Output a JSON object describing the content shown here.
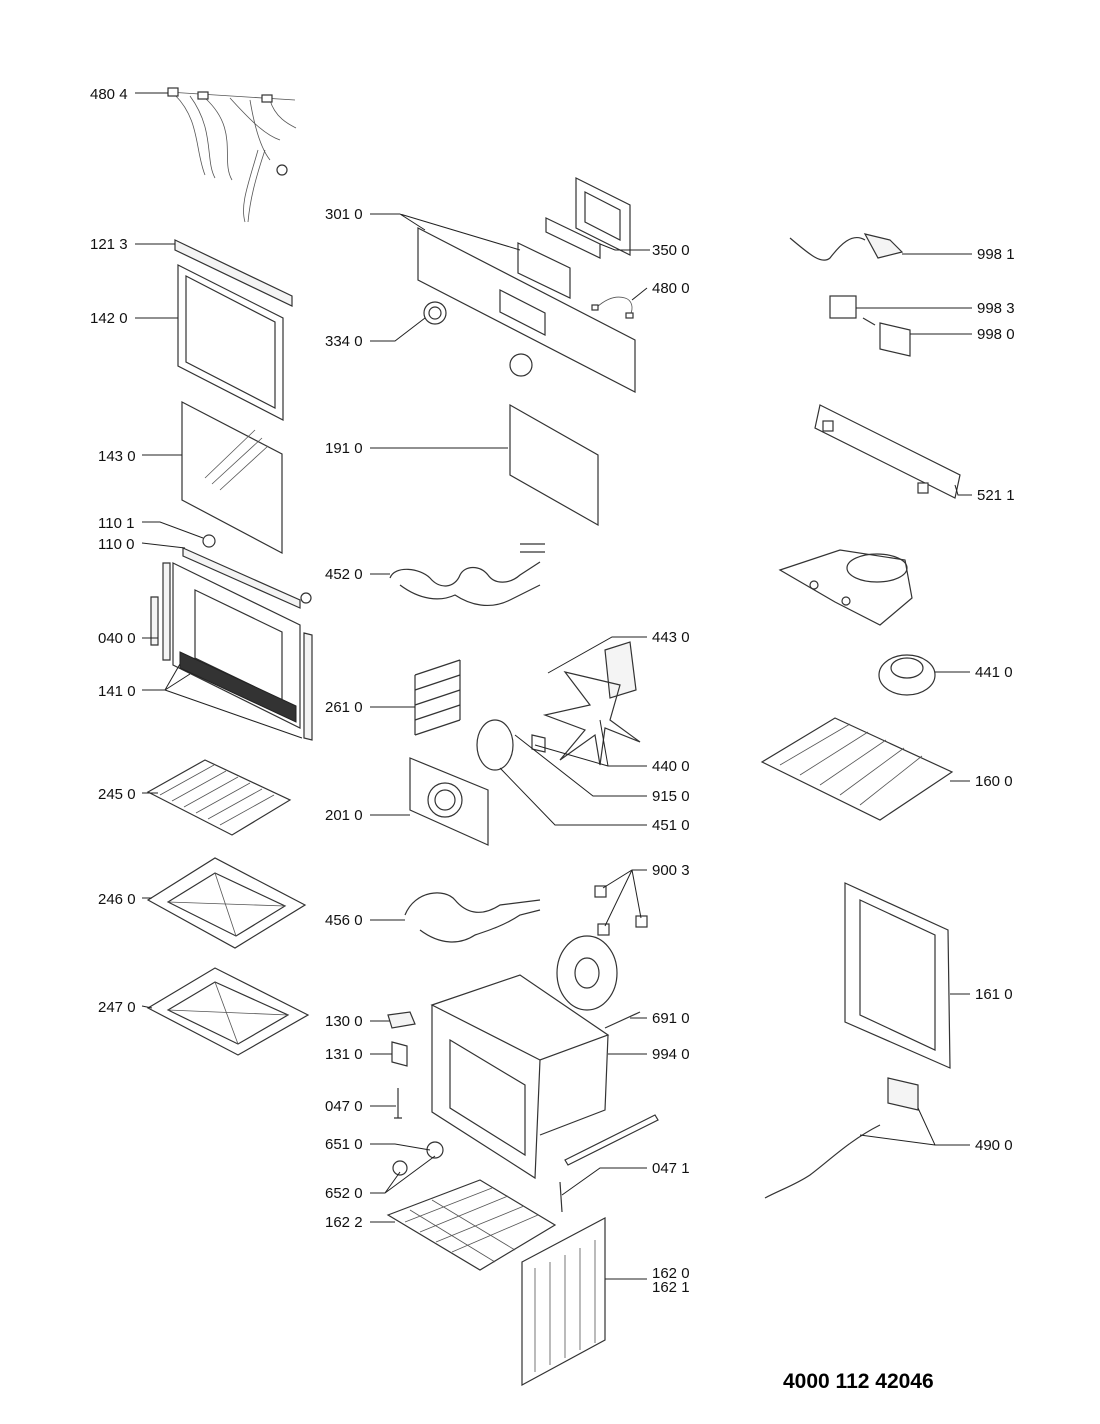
{
  "document_code": "4000 112 42046",
  "parts": [
    {
      "label": "480 4"
    },
    {
      "label": "121 3"
    },
    {
      "label": "142 0"
    },
    {
      "label": "143 0"
    },
    {
      "label": "110 1"
    },
    {
      "label": "110 0"
    },
    {
      "label": "040 0"
    },
    {
      "label": "141 0"
    },
    {
      "label": "245 0"
    },
    {
      "label": "246 0"
    },
    {
      "label": "247 0"
    },
    {
      "label": "301 0"
    },
    {
      "label": "350 0"
    },
    {
      "label": "480 0"
    },
    {
      "label": "334 0"
    },
    {
      "label": "191 0"
    },
    {
      "label": "452 0"
    },
    {
      "label": "443 0"
    },
    {
      "label": "261 0"
    },
    {
      "label": "440 0"
    },
    {
      "label": "915 0"
    },
    {
      "label": "201 0"
    },
    {
      "label": "451 0"
    },
    {
      "label": "900 3"
    },
    {
      "label": "456 0"
    },
    {
      "label": "130 0"
    },
    {
      "label": "691 0"
    },
    {
      "label": "131 0"
    },
    {
      "label": "994 0"
    },
    {
      "label": "047 0"
    },
    {
      "label": "651 0"
    },
    {
      "label": "047 1"
    },
    {
      "label": "652 0"
    },
    {
      "label": "162 2"
    },
    {
      "label": "162 0"
    },
    {
      "label": "162 1"
    },
    {
      "label": "998 1"
    },
    {
      "label": "998 3"
    },
    {
      "label": "998 0"
    },
    {
      "label": "521 1"
    },
    {
      "label": "441 0"
    },
    {
      "label": "160 0"
    },
    {
      "label": "161 0"
    },
    {
      "label": "490 0"
    }
  ]
}
